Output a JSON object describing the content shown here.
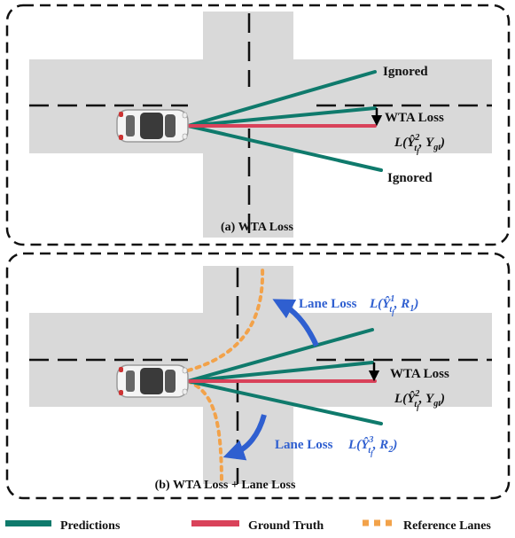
{
  "colors": {
    "prediction": "#0f7a6c",
    "ground_truth": "#d9425a",
    "reference_lane": "#f2a24a",
    "road": "#d9d9d9",
    "lane_loss": "#2f5fd0",
    "text": "#111111"
  },
  "panel_a": {
    "caption": "(a)  WTA Loss",
    "label_ignored_top": "Ignored",
    "label_ignored_bottom": "Ignored",
    "wta_label": "WTA Loss",
    "wta_formula": {
      "pre": "L(",
      "hat": "Ŷ",
      "sup": "2",
      "sub": "t",
      "subprime": "f",
      "post": ", Y",
      "gt": "gt",
      "close": ")"
    }
  },
  "panel_b": {
    "caption": "(b)  WTA Loss + Lane Loss",
    "lane_loss_top": "Lane Loss",
    "lane_loss_bottom": "Lane Loss",
    "lane_formula_top": {
      "pre": "L(",
      "hat": "Ŷ",
      "sup": "1",
      "sub": "t",
      "subprime": "f",
      "post": ", R",
      "rsub": "1",
      "close": ")"
    },
    "lane_formula_bottom": {
      "pre": "L(",
      "hat": "Ŷ",
      "sup": "3",
      "sub": "t",
      "subprime": "f",
      "post": ", R",
      "rsub": "2",
      "close": ")"
    },
    "wta_label": "WTA Loss",
    "wta_formula": {
      "pre": "L(",
      "hat": "Ŷ",
      "sup": "2",
      "sub": "t",
      "subprime": "f",
      "post": ", Y",
      "gt": "gt",
      "close": ")"
    }
  },
  "legend": {
    "items": [
      {
        "label": "Predictions",
        "color": "#0f7a6c",
        "style": "solid"
      },
      {
        "label": "Ground Truth",
        "color": "#d9425a",
        "style": "solid"
      },
      {
        "label": "Reference Lanes",
        "color": "#f2a24a",
        "style": "dotted"
      }
    ]
  }
}
